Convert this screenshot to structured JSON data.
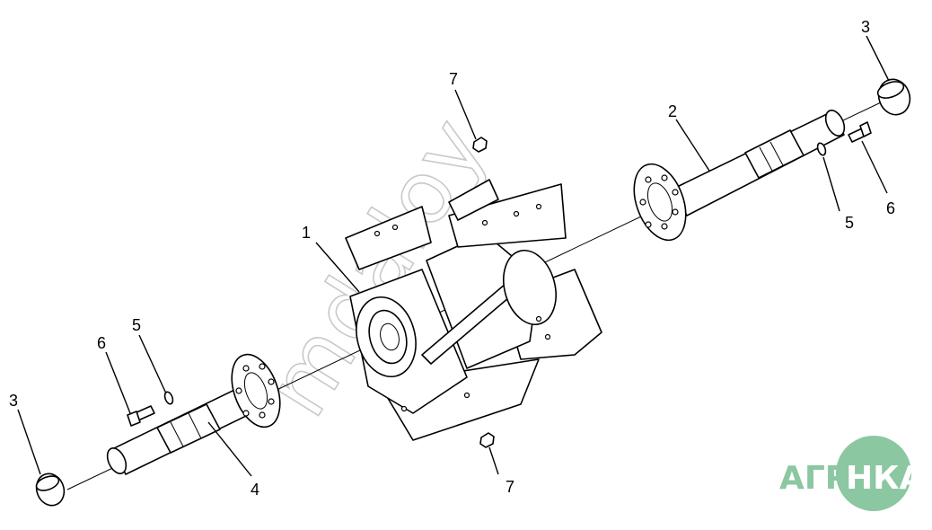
{
  "callouts": [
    {
      "id": "c1",
      "text": "1"
    },
    {
      "id": "c2",
      "text": "2"
    },
    {
      "id": "c3a",
      "text": "3"
    },
    {
      "id": "c3b",
      "text": "3"
    },
    {
      "id": "c4",
      "text": "4"
    },
    {
      "id": "c5a",
      "text": "5"
    },
    {
      "id": "c5b",
      "text": "5"
    },
    {
      "id": "c6a",
      "text": "6"
    },
    {
      "id": "c6b",
      "text": "6"
    },
    {
      "id": "c7a",
      "text": "7"
    },
    {
      "id": "c7b",
      "text": "7"
    }
  ],
  "watermark": "mdaloy",
  "logo": {
    "left": "АГРО",
    "right": "НКА",
    "colors": {
      "text": "#8bc7a1",
      "circle": "#8bc7a1"
    }
  }
}
